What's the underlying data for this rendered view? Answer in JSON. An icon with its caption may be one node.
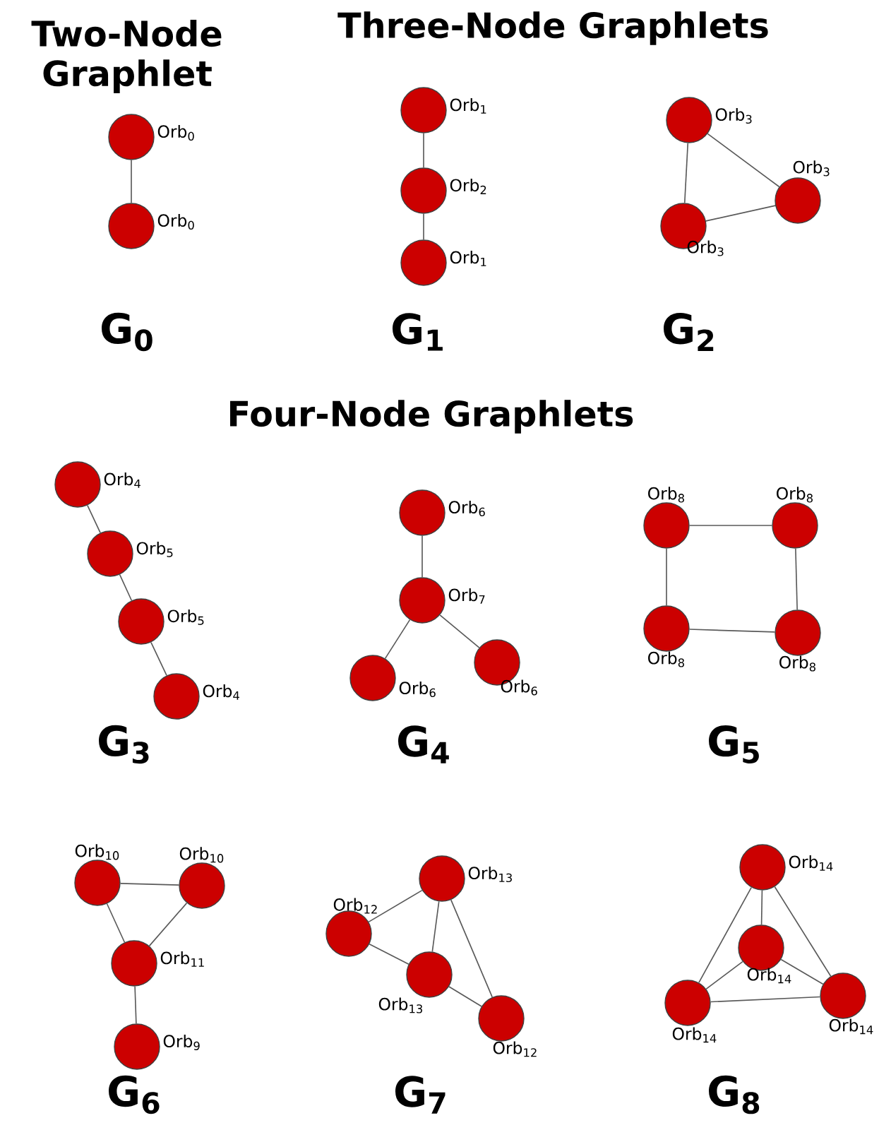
{
  "diagram": {
    "nodes": [
      {
        "text": [],
        "shape": "circle",
        "beside": [
          "Orb$_{0}$"
        ]
      },
      {
        "text": [],
        "shape": "circle",
        "beside": [
          "Orb$_{0}$"
        ]
      },
      {
        "text": [],
        "shape": "circle",
        "beside": [
          "Orb$_{1}$"
        ]
      },
      {
        "text": [],
        "shape": "circle",
        "beside": [
          "Orb$_{2}$"
        ]
      },
      {
        "text": [],
        "shape": "circle",
        "beside": [
          "Orb$_{1}$"
        ]
      },
      {
        "text": [],
        "shape": "circle",
        "beside": [
          "Orb$_{3}$"
        ]
      },
      {
        "text": [],
        "shape": "circle",
        "beside": [
          "Orb$_{3}$"
        ]
      },
      {
        "text": [],
        "shape": "circle",
        "beside": [
          "Orb$_{3}$"
        ]
      },
      {
        "text": [],
        "shape": "circle",
        "beside": [
          "Orb$_{4}$"
        ]
      },
      {
        "text": [],
        "shape": "circle",
        "beside": [
          "Orb$_{5}$"
        ]
      },
      {
        "text": [],
        "shape": "circle",
        "beside": [
          "Orb$_{5}$"
        ]
      },
      {
        "text": [],
        "shape": "circle",
        "beside": [
          "Orb$_{4}$"
        ]
      },
      {
        "text": [],
        "shape": "circle",
        "beside": [
          "Orb$_{6}$"
        ]
      },
      {
        "text": [],
        "shape": "circle",
        "beside": [
          "Orb$_{7}$"
        ]
      },
      {
        "text": [],
        "shape": "circle",
        "beside": [
          "Orb$_{6}$"
        ]
      },
      {
        "text": [],
        "shape": "circle",
        "beside": [
          "Orb$_{6}$"
        ]
      },
      {
        "text": [],
        "shape": "circle",
        "beside": [
          "Orb$_{8}$"
        ]
      },
      {
        "text": [],
        "shape": "circle",
        "beside": [
          "Orb$_{8}$"
        ]
      },
      {
        "text": [],
        "shape": "circle",
        "beside": [
          "Orb$_{8}$"
        ]
      },
      {
        "text": [],
        "shape": "circle",
        "beside": [
          "Orb$_{8}$"
        ]
      },
      {
        "text": [],
        "shape": "circle",
        "beside": [
          "Orb$_{10}$"
        ]
      },
      {
        "text": [],
        "shape": "circle",
        "beside": [
          "Orb$_{10}$"
        ]
      },
      {
        "text": [],
        "shape": "circle",
        "beside": [
          "Orb$_{11}$"
        ]
      },
      {
        "text": [],
        "shape": "circle",
        "beside": [
          "Orb$_{9}$"
        ]
      },
      {
        "text": [],
        "shape": "circle",
        "beside": [
          "Orb$_{13}$"
        ]
      },
      {
        "text": [],
        "shape": "circle",
        "beside": [
          "Orb$_{12}$"
        ]
      },
      {
        "text": [],
        "shape": "circle",
        "beside": [
          "Orb$_{13}$"
        ]
      },
      {
        "text": [],
        "shape": "circle",
        "beside": [
          "Orb$_{12}$"
        ]
      },
      {
        "text": [],
        "shape": "circle",
        "beside": [
          "Orb$_{14}$"
        ]
      },
      {
        "text": [],
        "shape": "circle",
        "beside": [
          "Orb$_{14}$"
        ]
      },
      {
        "text": [],
        "shape": "circle",
        "beside": [
          "Orb$_{14}$"
        ]
      },
      {
        "text": [],
        "shape": "circle",
        "beside": [
          "Orb$_{14}$"
        ]
      }
    ],
    "edges": [
      {
        "from": 0,
        "to": 1,
        "arrow": "none"
      },
      {
        "from": 2,
        "to": 3,
        "arrow": "none"
      },
      {
        "from": 3,
        "to": 4,
        "arrow": "none"
      },
      {
        "from": 5,
        "to": 6,
        "arrow": "none"
      },
      {
        "from": 6,
        "to": 7,
        "arrow": "none"
      },
      {
        "from": 7,
        "to": 5,
        "arrow": "none"
      },
      {
        "from": 8,
        "to": 9,
        "arrow": "none"
      },
      {
        "from": 9,
        "to": 10,
        "arrow": "none"
      },
      {
        "from": 10,
        "to": 11,
        "arrow": "none"
      },
      {
        "from": 12,
        "to": 13,
        "arrow": "none"
      },
      {
        "from": 13,
        "to": 14,
        "arrow": "none"
      },
      {
        "from": 13,
        "to": 15,
        "arrow": "none"
      },
      {
        "from": 16,
        "to": 17,
        "arrow": "none"
      },
      {
        "from": 17,
        "to": 19,
        "arrow": "none"
      },
      {
        "from": 19,
        "to": 18,
        "arrow": "none"
      },
      {
        "from": 18,
        "to": 16,
        "arrow": "none"
      },
      {
        "from": 20,
        "to": 21,
        "arrow": "none"
      },
      {
        "from": 20,
        "to": 22,
        "arrow": "none"
      },
      {
        "from": 21,
        "to": 22,
        "arrow": "none"
      },
      {
        "from": 22,
        "to": 23,
        "arrow": "none"
      },
      {
        "from": 24,
        "to": 25,
        "arrow": "none"
      },
      {
        "from": 24,
        "to": 26,
        "arrow": "none"
      },
      {
        "from": 24,
        "to": 27,
        "arrow": "none"
      },
      {
        "from": 25,
        "to": 26,
        "arrow": "none"
      },
      {
        "from": 26,
        "to": 27,
        "arrow": "none"
      },
      {
        "from": 28,
        "to": 29,
        "arrow": "none"
      },
      {
        "from": 28,
        "to": 30,
        "arrow": "none"
      },
      {
        "from": 28,
        "to": 31,
        "arrow": "none"
      },
      {
        "from": 29,
        "to": 30,
        "arrow": "none"
      },
      {
        "from": 29,
        "to": 31,
        "arrow": "none"
      },
      {
        "from": 30,
        "to": 31,
        "arrow": "none"
      }
    ],
    "labels": [
      "Two-Node Graphlet",
      "Three-Node Graphlets",
      "G$_{0}$",
      "G$_{1}$",
      "G$_{2}$",
      "Four-Node Graphlets",
      "G$_{3}$",
      "G$_{4}$",
      "G$_{5}$",
      "G$_{6}$",
      "G$_{7}$",
      "G$_{8}$"
    ]
  }
}
